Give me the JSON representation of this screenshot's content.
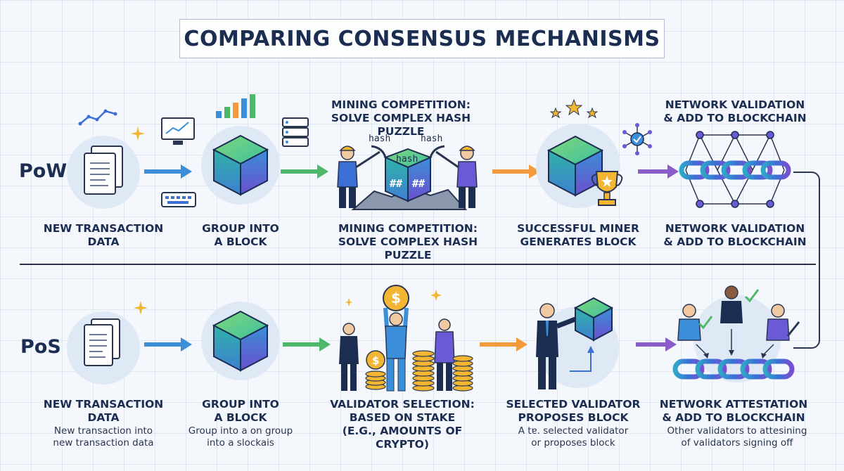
{
  "title": "COMPARING CONSENSUS MECHANISMS",
  "rows": {
    "pow": {
      "label": "PoW",
      "top_caption": {
        "mining": "MINING COMPETITION:\nSOLVE COMPLEX HASH PUZZLE",
        "network": "NETWORK VALIDATION\n& ADD TO BLOCKCHAIN"
      },
      "hash_labels": [
        "hash",
        "hash",
        "hash"
      ],
      "steps": [
        {
          "caption": "NEW TRANSACTION\nDATA"
        },
        {
          "caption": "GROUP INTO\nA BLOCK"
        },
        {
          "caption": "MINING COMPETITION:\nSOLVE COMPLEX HASH PUZZLE"
        },
        {
          "caption": "SUCCESSFUL MINER\nGENERATES BLOCK"
        },
        {
          "caption": "NETWORK VALIDATION\n& ADD TO BLOCKCHAIN"
        }
      ]
    },
    "pos": {
      "label": "PoS",
      "steps": [
        {
          "caption": "NEW TRANSACTION\nDATA",
          "sub": "New transaction into\nnew transaction data"
        },
        {
          "caption": "GROUP INTO\nA BLOCK",
          "sub": "Group into a on group\ninto a slockais"
        },
        {
          "caption": "VALIDATOR SELECTION:\nBASED ON STAKE\n(E.G., AMOUNTS OF CRYPTO)",
          "sub": ""
        },
        {
          "caption": "SELECTED VALIDATOR\nPROPOSES BLOCK",
          "sub": "A tɐ. selected validator\nor proposes block"
        },
        {
          "caption": "NETWORK ATTESTATION\n& ADD TO BLOCKCHAIN",
          "sub": "Other validators to attesining\nof validators signing off"
        }
      ]
    }
  },
  "colors": {
    "arrow_blue": "#3b8fd9",
    "arrow_green": "#4cb86a",
    "arrow_orange": "#f39a3c",
    "arrow_purple": "#8a5cc9",
    "cube_teal": "#2fa8a0",
    "cube_green": "#6fcf6f",
    "cube_purple": "#6b5ad6",
    "coin_gold": "#f2b632",
    "navy": "#1c2d52"
  }
}
